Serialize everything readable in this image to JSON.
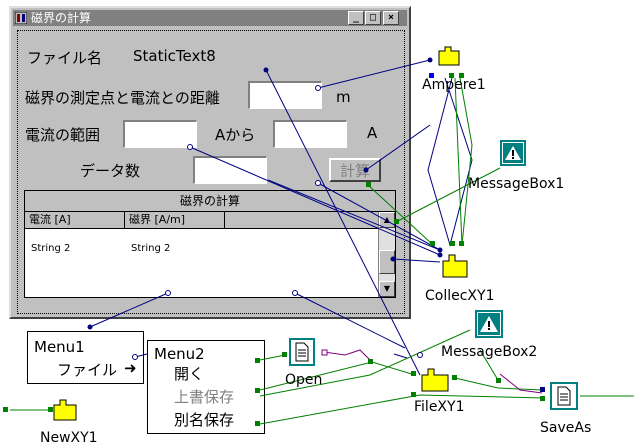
{
  "window": {
    "title": "磁界の計算",
    "buttons": [
      "_",
      "□",
      "×"
    ]
  },
  "form": {
    "file_label": "ファイル名",
    "file_value": "StaticText8",
    "distance_label": "磁界の測定点と電流との距離",
    "distance_unit": "m",
    "range_label": "電流の範囲",
    "range_from": "Aから",
    "range_to_unit": "A",
    "count_label": "データ数",
    "calc_button": "計算"
  },
  "grid": {
    "title": "磁界の計算",
    "columns": [
      "電流 [A]",
      "磁界 [A/m]"
    ],
    "rows": [
      [
        "String 2",
        "String 2"
      ]
    ]
  },
  "menu1": {
    "title": "Menu1",
    "item": "ファイル",
    "arrow": "➜"
  },
  "menu2": {
    "title": "Menu2",
    "items": [
      {
        "label": "開く",
        "enabled": true
      },
      {
        "label": "上書保存",
        "enabled": false
      },
      {
        "label": "別名保存",
        "enabled": true
      }
    ]
  },
  "components": {
    "ampere": "Ampere1",
    "messagebox1": "MessageBox1",
    "collecxy": "CollecXY1",
    "messagebox2": "MessageBox2",
    "open": "Open",
    "filexy": "FileXY1",
    "saveas": "SaveAs",
    "newxy": "NewXY1"
  },
  "colors": {
    "wire_blue": "#000080",
    "wire_green": "#008000",
    "wire_purple": "#800080",
    "teal": "#008080",
    "plugin_yellow": "#ffff00"
  },
  "icons": {
    "plugin": "puzzle-piece-icon",
    "messagebox": "warning-icon",
    "file": "document-icon"
  }
}
